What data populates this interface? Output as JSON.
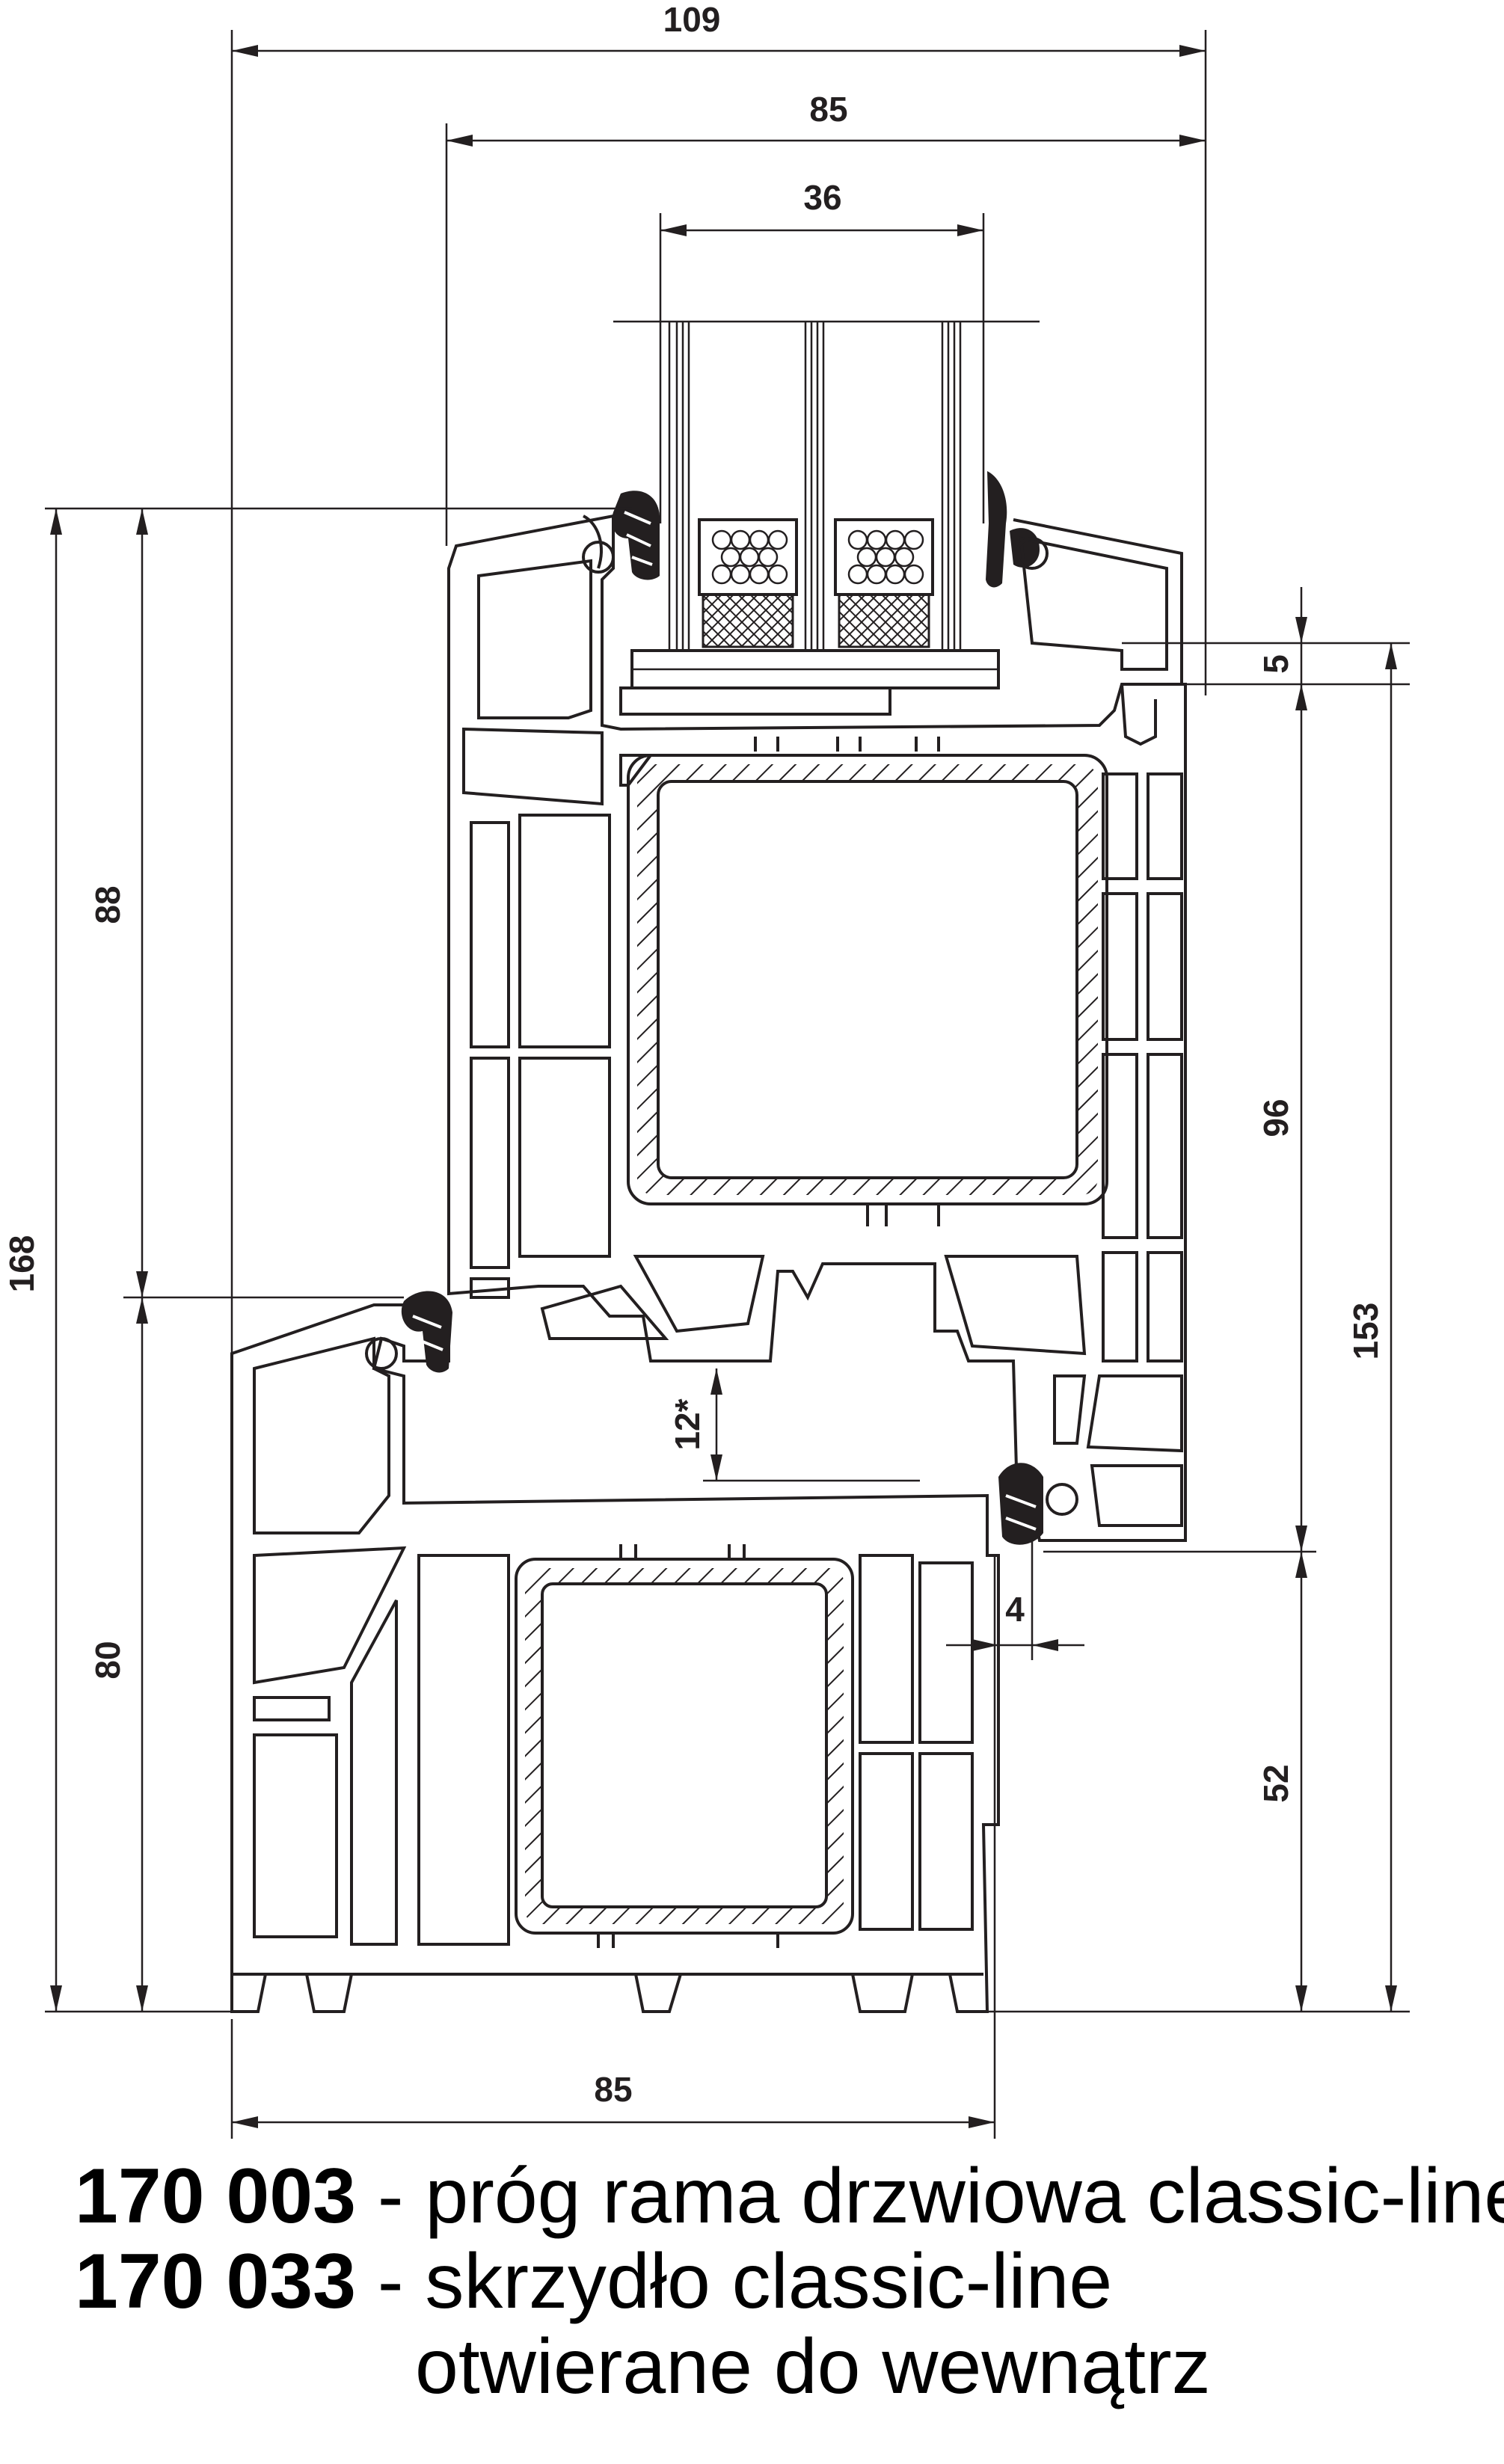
{
  "dimensions": {
    "total_width": "109",
    "sash_width": "85",
    "glazing_width": "36",
    "frame_height": "168",
    "upper_height": "88",
    "lower_height": "80",
    "sash_height": "153",
    "sash_section": "96",
    "frame_lower": "52",
    "gap_top": "5",
    "rebate": "12*",
    "overlap": "4",
    "frame_width": "85"
  },
  "caption": {
    "line1_code": "170 003",
    "line1_text": " - próg rama drzwiowa classic-line",
    "line2_code": "170 033",
    "line2_text": " - skrzydło classic-line",
    "line3_text": "otwierane do wewnątrz"
  }
}
